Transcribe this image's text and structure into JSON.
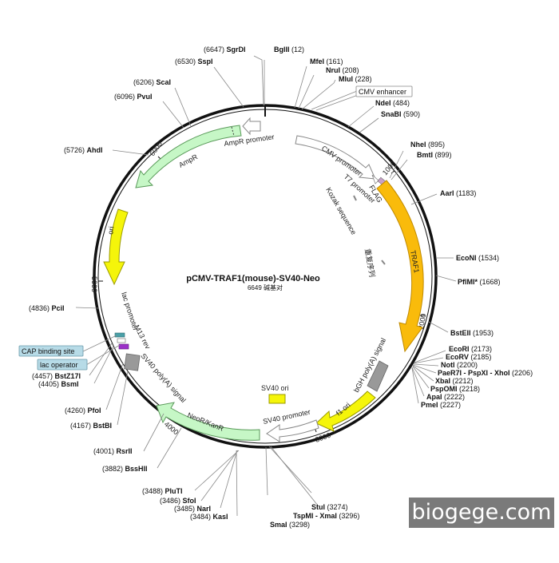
{
  "plasmid": {
    "name": "pCMV-TRAF1(mouse)-SV40-Neo",
    "size": "6649 碱基对"
  },
  "scale_ticks": [
    "1000",
    "2000",
    "3000",
    "4000",
    "5000",
    "6000"
  ],
  "features": {
    "cmv_promoter": "CMV promoter",
    "t7_promoter": "T7 promoter",
    "flag": "FLAG",
    "kozak": "Kozak sequence",
    "traf1": "TRAF1",
    "chinese_seq": "重复序列",
    "bgh": "bGH poly(A) signal",
    "f1_ori": "f1 ori",
    "sv40_promoter": "SV40 promoter",
    "sv40_ori": "SV40 ori",
    "neo": "NeoR/KanR",
    "sv40_polya": "SV40 poly(A) signal",
    "m13_rev": "M13 rev",
    "lac_promoter": "lac promoter",
    "ori": "ori",
    "ampr": "AmpR",
    "ampr_promoter": "AmpR promoter"
  },
  "boxed_labels": {
    "cmv_enhancer": "CMV enhancer",
    "cap_binding": "CAP binding site",
    "lac_operator": "lac operator"
  },
  "sites": {
    "bglii": {
      "name": "BglII",
      "pos": "(12)"
    },
    "sgrdi": {
      "name": "SgrDI",
      "pos": "(6647)"
    },
    "sspi": {
      "name": "SspI",
      "pos": "(6530)"
    },
    "scai": {
      "name": "ScaI",
      "pos": "(6206)"
    },
    "pvui": {
      "name": "PvuI",
      "pos": "(6096)"
    },
    "ahdi": {
      "name": "AhdI",
      "pos": "(5726)"
    },
    "mfei": {
      "name": "MfeI",
      "pos": "(161)"
    },
    "nrui": {
      "name": "NruI",
      "pos": "(208)"
    },
    "mlui": {
      "name": "MluI",
      "pos": "(228)"
    },
    "ndei": {
      "name": "NdeI",
      "pos": "(484)"
    },
    "snabi": {
      "name": "SnaBI",
      "pos": "(590)"
    },
    "nhei": {
      "name": "NheI",
      "pos": "(895)"
    },
    "bmti": {
      "name": "BmtI",
      "pos": "(899)"
    },
    "aari": {
      "name": "AarI",
      "pos": "(1183)"
    },
    "econi": {
      "name": "EcoNI",
      "pos": "(1534)"
    },
    "pflmi": {
      "name": "PflMI*",
      "pos": "(1668)"
    },
    "bstEII": {
      "name": "BstEII",
      "pos": "(1953)"
    },
    "ecori": {
      "name": "EcoRI",
      "pos": "(2173)"
    },
    "ecorv": {
      "name": "EcoRV",
      "pos": "(2185)"
    },
    "noti": {
      "name": "NotI",
      "pos": "(2200)"
    },
    "paer7i": {
      "name": "PaeR7I - PspXI - XhoI",
      "pos": "(2206)"
    },
    "xbai": {
      "name": "XbaI",
      "pos": "(2212)"
    },
    "pspomi": {
      "name": "PspOMI",
      "pos": "(2218)"
    },
    "apai": {
      "name": "ApaI",
      "pos": "(2222)"
    },
    "pmei": {
      "name": "PmeI",
      "pos": "(2227)"
    },
    "pcii": {
      "name": "PciI",
      "pos": "(4836)"
    },
    "bstz17i": {
      "name": "BstZ17I",
      "pos": "(4457)"
    },
    "bsmi": {
      "name": "BsmI",
      "pos": "(4405)"
    },
    "pfoi": {
      "name": "PfoI",
      "pos": "(4260)"
    },
    "bstbi": {
      "name": "BstBI",
      "pos": "(4167)"
    },
    "rsrii": {
      "name": "RsrII",
      "pos": "(4001)"
    },
    "bsshii": {
      "name": "BssHII",
      "pos": "(3882)"
    },
    "plutI": {
      "name": "PluTI",
      "pos": "(3488)"
    },
    "sfoi": {
      "name": "SfoI",
      "pos": "(3486)"
    },
    "nari": {
      "name": "NarI",
      "pos": "(3485)"
    },
    "kasi": {
      "name": "KasI",
      "pos": "(3484)"
    },
    "smai": {
      "name": "SmaI",
      "pos": "(3298)"
    },
    "tspmi": {
      "name": "TspMI - XmaI",
      "pos": "(3296)"
    },
    "stui": {
      "name": "StuI",
      "pos": "(3274)"
    }
  },
  "watermark": "biogege.com",
  "colors": {
    "orange": "#f9bb0b",
    "yellow": "#f5f50a",
    "light_green": "#c6f7c6",
    "grey": "#999999",
    "box_blue": "#b7dbe7"
  }
}
